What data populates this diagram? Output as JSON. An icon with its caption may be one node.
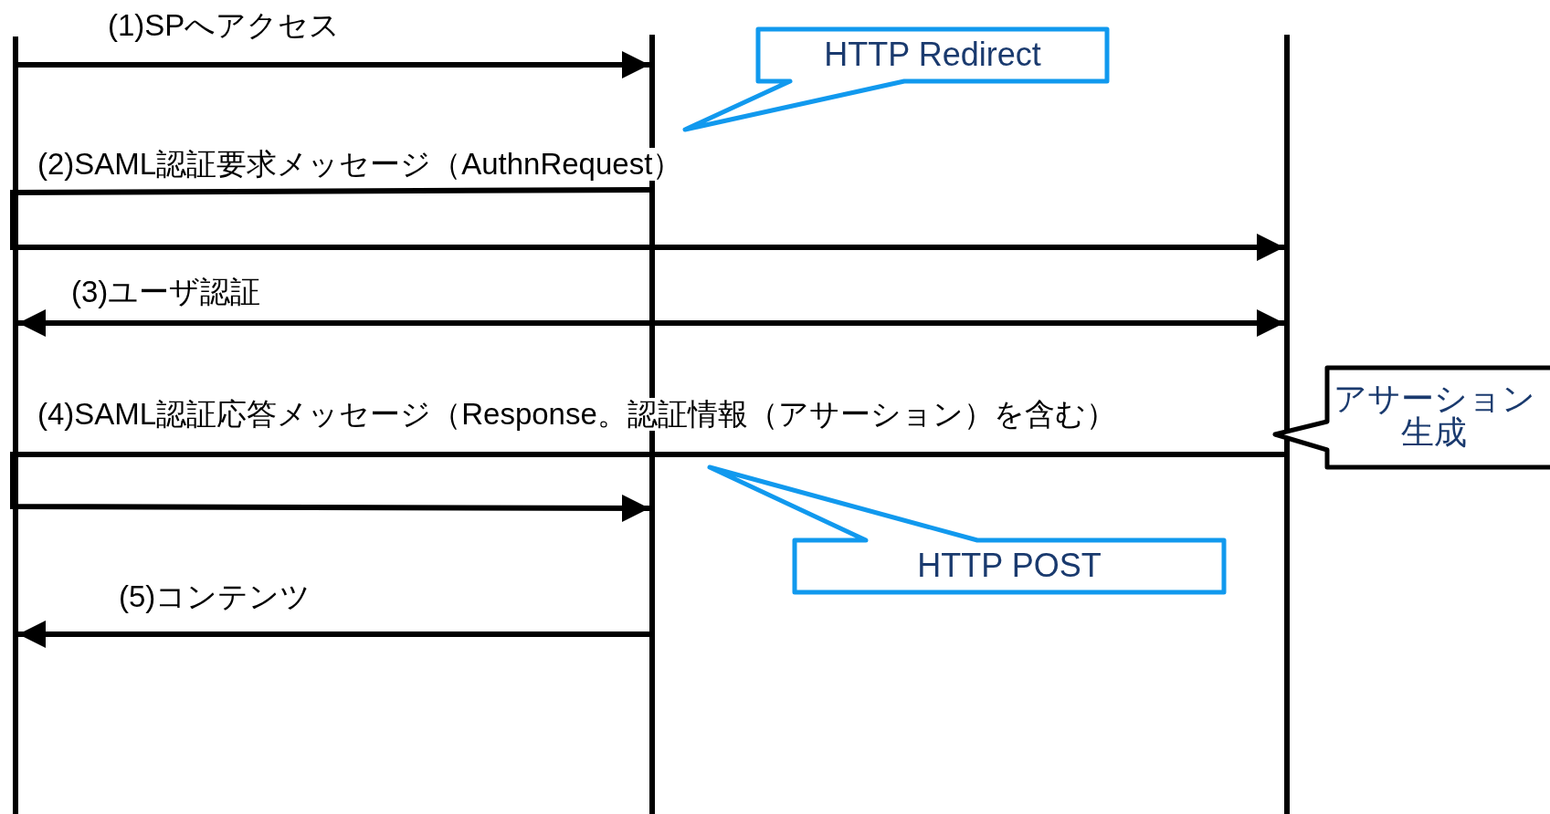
{
  "diagram": {
    "nodes": [
      {
        "text": [],
        "shape": "bar"
      },
      {
        "text": [],
        "shape": "bar"
      },
      {
        "text": [],
        "shape": "bar"
      },
      {
        "text": [
          "HTTP Redirect"
        ]
      },
      {
        "text": [
          "アサーション生成"
        ]
      },
      {
        "text": [
          "HTTP POST"
        ]
      }
    ],
    "edges": [
      {
        "from": 0,
        "to": 1,
        "arrow": "to",
        "label": "(1)SPへアクセス"
      },
      {
        "from": 1,
        "to": 2,
        "arrow": "to",
        "label": "(2)SAML認証要求メッセージ（AuthnRequest）"
      },
      {
        "from": 0,
        "to": 2,
        "arrow": "both",
        "label": "(3)ユーザ認証"
      },
      {
        "from": 2,
        "to": 1,
        "arrow": "to",
        "label": "(4)SAML認証応答メッセージ（Response。認証情報（アサーション）を含む）"
      },
      {
        "from": 1,
        "to": 0,
        "arrow": "to",
        "label": "(5)コンテンツ"
      }
    ]
  }
}
